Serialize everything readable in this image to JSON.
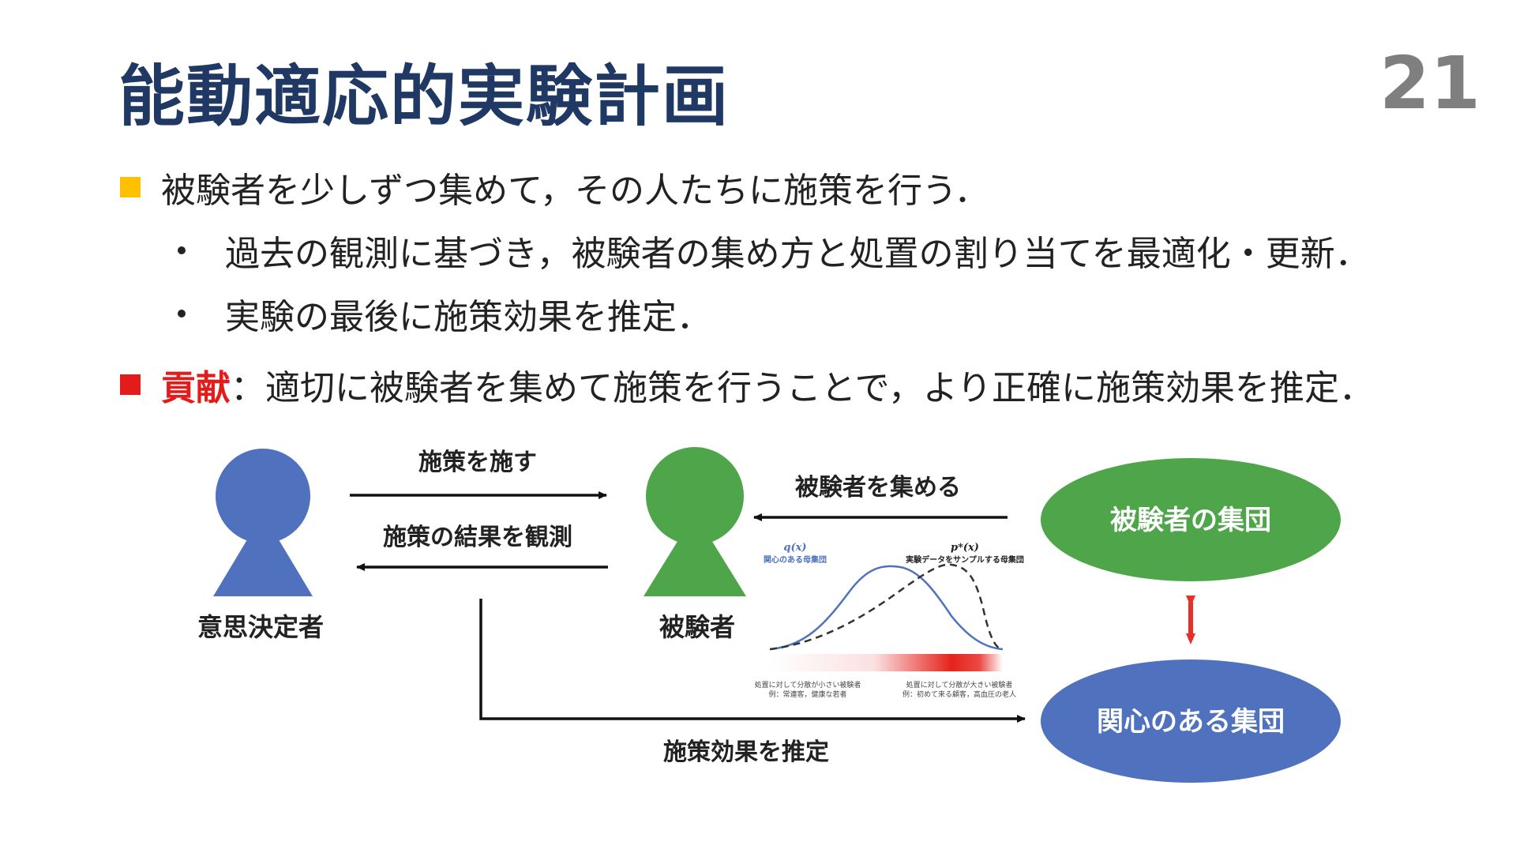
{
  "slide": {
    "title": "能動適応的実験計画",
    "page_number": "21"
  },
  "bullets": [
    {
      "text": "被験者を少しずつ集めて，その人たちに施策を行う．",
      "marker_color": "#ffc000"
    }
  ],
  "sub_bullets": [
    {
      "text": "過去の観測に基づき，被験者の集め方と処置の割り当てを最適化・更新．"
    },
    {
      "text": "実験の最後に施策効果を推定．"
    }
  ],
  "contribution": {
    "highlight": "貢献",
    "text": "：適切に被験者を集めて施策を行うことで，より正確に施策効果を推定．",
    "marker_color": "#e41b1b"
  },
  "diagram": {
    "decision_maker_label": "意思決定者",
    "subject_label": "被験者",
    "arrow_apply_label": "施策を施す",
    "arrow_observe_label": "施策の結果を観測",
    "arrow_collect_label": "被験者を集める",
    "arrow_estimate_label": "施策効果を推定",
    "subject_pool_label": "被験者の集団",
    "interest_pool_label": "関心のある集団",
    "inset": {
      "q_symbol": "q(x)",
      "q_caption": "関心のある母集団",
      "p_symbol": "p*(x)",
      "p_caption": "実験データをサンプルする母集団",
      "left_caption_1": "処置に対して分散が小さい被験者",
      "left_caption_2": "例：常連客，健康な若者",
      "right_caption_1": "処置に対して分散が大きい被験者",
      "right_caption_2": "例：初めて来る顧客，高血圧の老人"
    },
    "colors": {
      "blue": "#4f71be",
      "green": "#4ea54a",
      "arrow_red": "#e8302a",
      "title_navy": "#1f3864"
    }
  }
}
